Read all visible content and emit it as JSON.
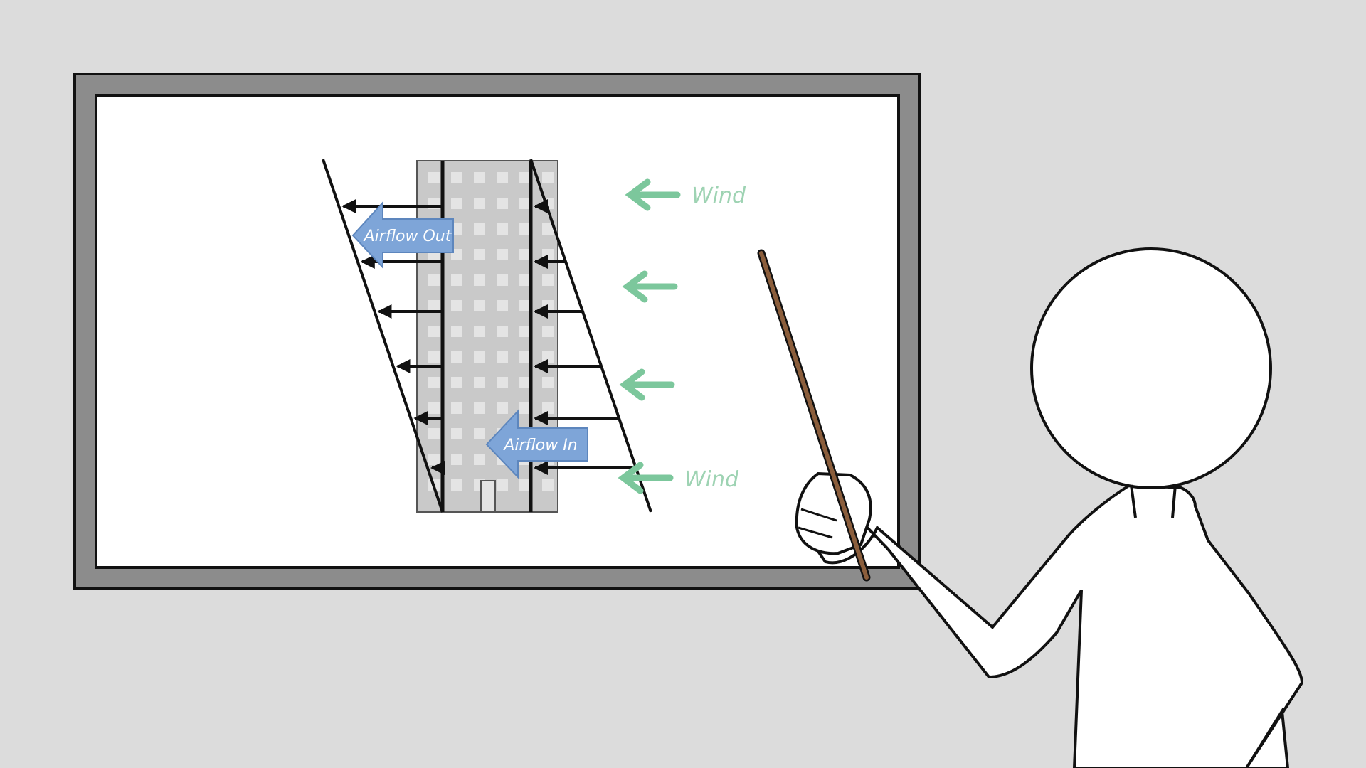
{
  "labels": {
    "airflow_out": "Airflow Out",
    "airflow_in": "Airflow In",
    "wind_top": "Wind",
    "wind_bottom": "Wind"
  },
  "colors": {
    "background": "#dcdcdc",
    "board_frame": "#8c8c8c",
    "board_surface": "#ffffff",
    "building": "#c9c9c9",
    "window": "#e4e4e4",
    "airflow_arrow": "#7ea5d8",
    "wind": "#7cc79c",
    "pointer": "#8b5e3c",
    "outline": "#111111"
  },
  "icons": {
    "wind_arrows": "left-arrow",
    "airflow_arrows": "block-left-arrow",
    "person": "stick-figure-presenter"
  }
}
